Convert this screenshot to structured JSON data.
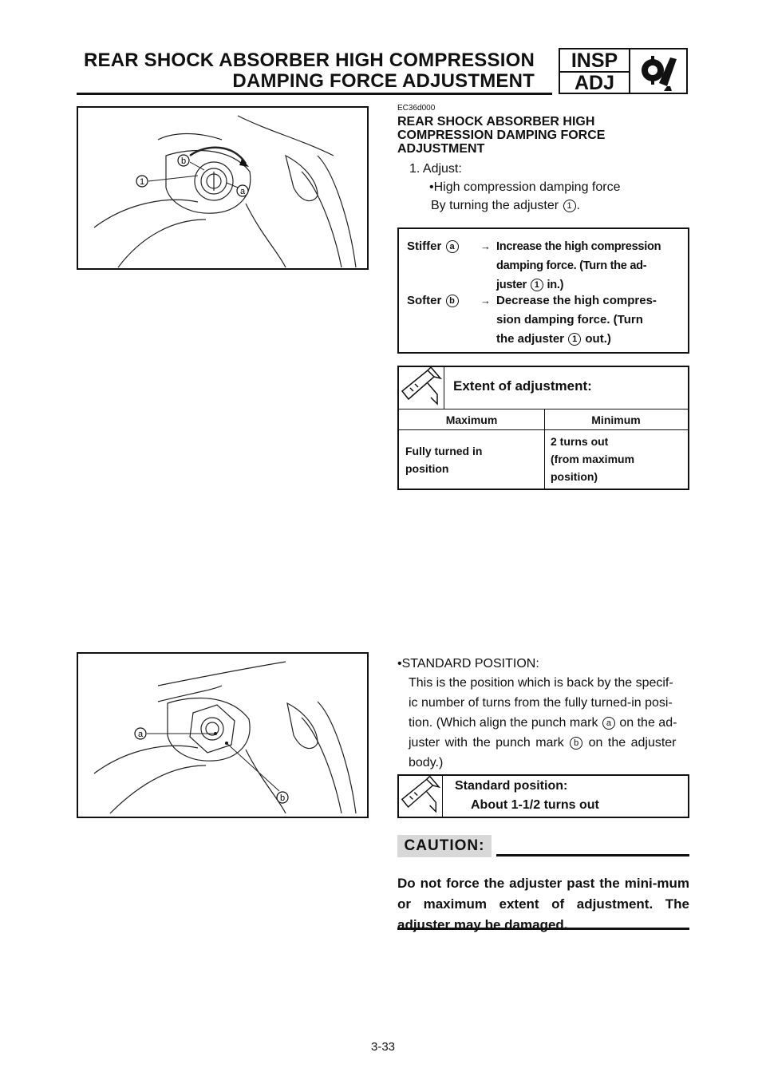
{
  "header": {
    "title_line1": "REAR SHOCK ABSORBER HIGH COMPRESSION",
    "title_line2": "DAMPING FORCE ADJUSTMENT",
    "tag_top": "INSP",
    "tag_bottom": "ADJ",
    "tag_icon": "wrench-gear-icon"
  },
  "figure1": {
    "callouts": [
      "1",
      "a",
      "b"
    ]
  },
  "figure2": {
    "callouts": [
      "a",
      "b"
    ]
  },
  "section": {
    "code": "EC36d000",
    "title": [
      "REAR SHOCK ABSORBER HIGH",
      "COMPRESSION DAMPING FORCE",
      "ADJUSTMENT"
    ],
    "step": "1.  Adjust:",
    "bullet": "•High compression damping force",
    "by_turning": "By turning the adjuster",
    "by_turning_ref": "1",
    "period": "."
  },
  "adjust_box": {
    "stiffer_label": "Stiffer",
    "stiffer_ref": "a",
    "stiffer_lines": [
      "Increase the high compression",
      "damping force. (Turn the ad-",
      "juster"
    ],
    "stiffer_ref2": "1",
    "stiffer_end": "in.)",
    "softer_label": "Softer",
    "softer_ref": "b",
    "softer_lines": [
      "Decrease the high compres-",
      "sion damping force. (Turn",
      "the adjuster"
    ],
    "softer_ref2": "1",
    "softer_end": "out.)",
    "arrow": "→"
  },
  "extent_box": {
    "title": "Extent of adjustment:",
    "icon": "caliper-spec-icon",
    "col_max": "Maximum",
    "col_min": "Minimum",
    "max_value": [
      "Fully turned in",
      "position"
    ],
    "min_value": [
      "2 turns out",
      "(from maximum",
      "position)"
    ]
  },
  "standard": {
    "bullet": "•STANDARD POSITION:",
    "lines": [
      "This is the position which is back by the specif-",
      "ic number of turns from the fully turned-in posi-",
      "tion. (Which align the punch mark",
      "on the ad-",
      "juster with the punch mark",
      "on the adjuster",
      "body.)"
    ],
    "ref_a": "a",
    "ref_b": "b"
  },
  "standard_box": {
    "title": "Standard position:",
    "value": "About 1-1/2 turns out",
    "icon": "caliper-spec-icon"
  },
  "caution": {
    "label": "CAUTION:",
    "text": "Do not force the adjuster past the mini-mum or maximum extent of adjustment. The adjuster may be damaged."
  },
  "page_number": "3-33"
}
